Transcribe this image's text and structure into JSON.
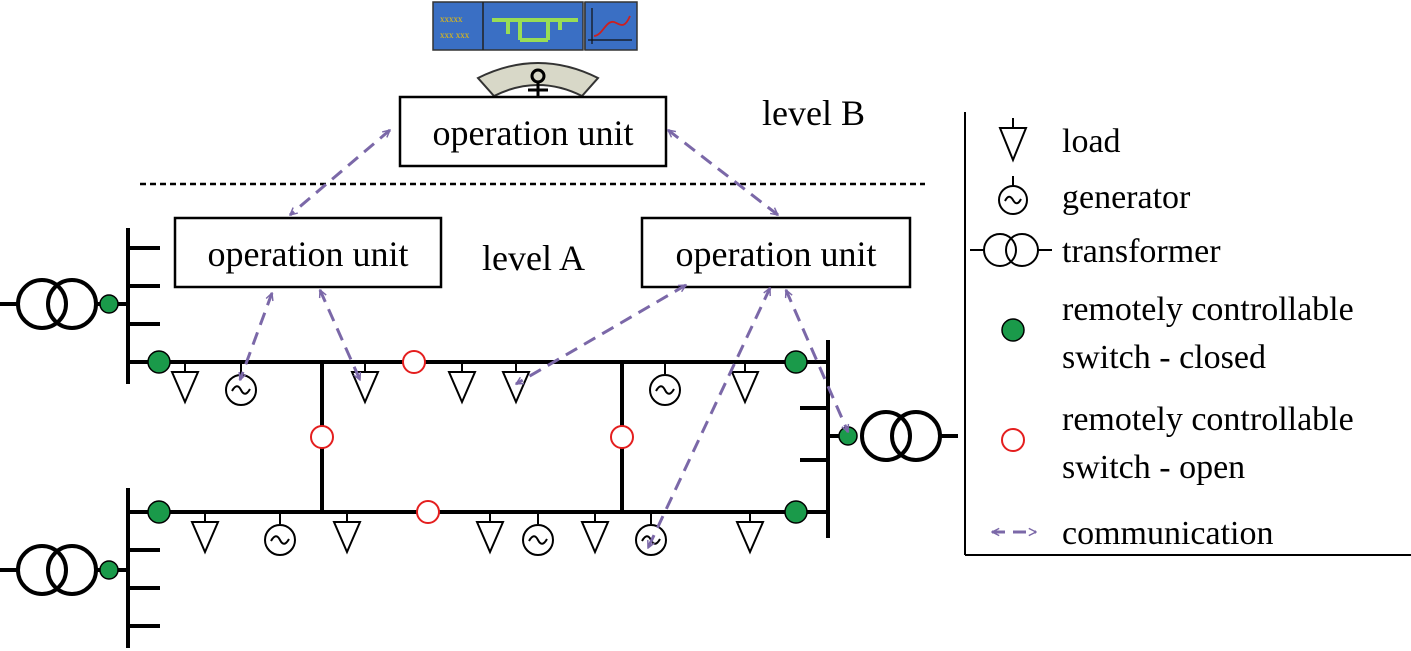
{
  "hmi": {
    "screen_text_line1": "xxxxx",
    "screen_text_line2": "xxx xxx"
  },
  "level_b": {
    "unit_label": "operation unit",
    "level_label": "level B"
  },
  "level_a": {
    "unit_left_label": "operation unit",
    "unit_right_label": "operation unit",
    "level_label": "level A"
  },
  "legend": {
    "load": "load",
    "generator": "generator",
    "transformer": "transformer",
    "switch_closed_line1": "remotely controllable",
    "switch_closed_line2": "switch - closed",
    "switch_open_line1": "remotely controllable",
    "switch_open_line2": "switch - open",
    "communication": "communication"
  },
  "colors": {
    "switch_closed": "#1a9a4a",
    "switch_open": "#e41e1e",
    "communication": "#7b68a8",
    "hmi_screen": "#3a6fc4",
    "hmi_trace": "#99dd55",
    "hmi_curve": "#cc2020",
    "hmi_text": "#f0c000",
    "operator_desk": "#d8d8c8"
  }
}
